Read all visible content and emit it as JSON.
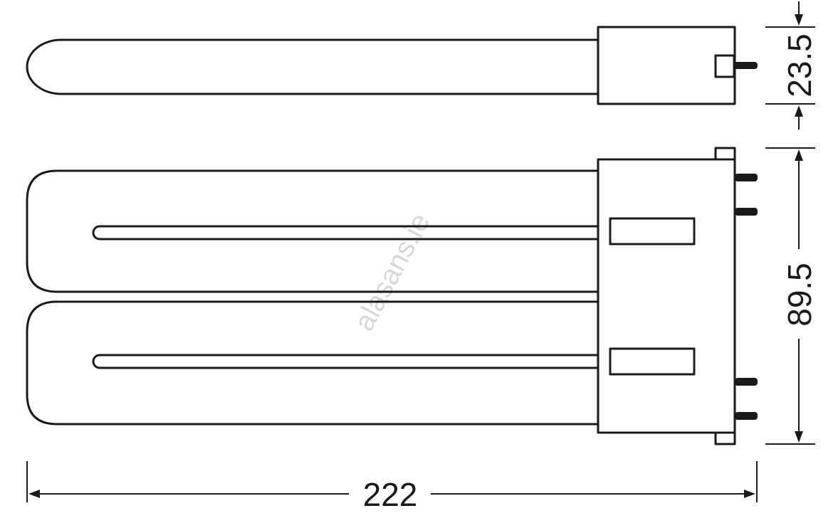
{
  "dimensions": {
    "height_top": "23.5",
    "height_side": "89.5",
    "length": "222"
  },
  "watermark": "alasans.ie",
  "colors": {
    "line": "#1a1a1a",
    "background": "#ffffff",
    "watermark": "#d8d8d8"
  }
}
